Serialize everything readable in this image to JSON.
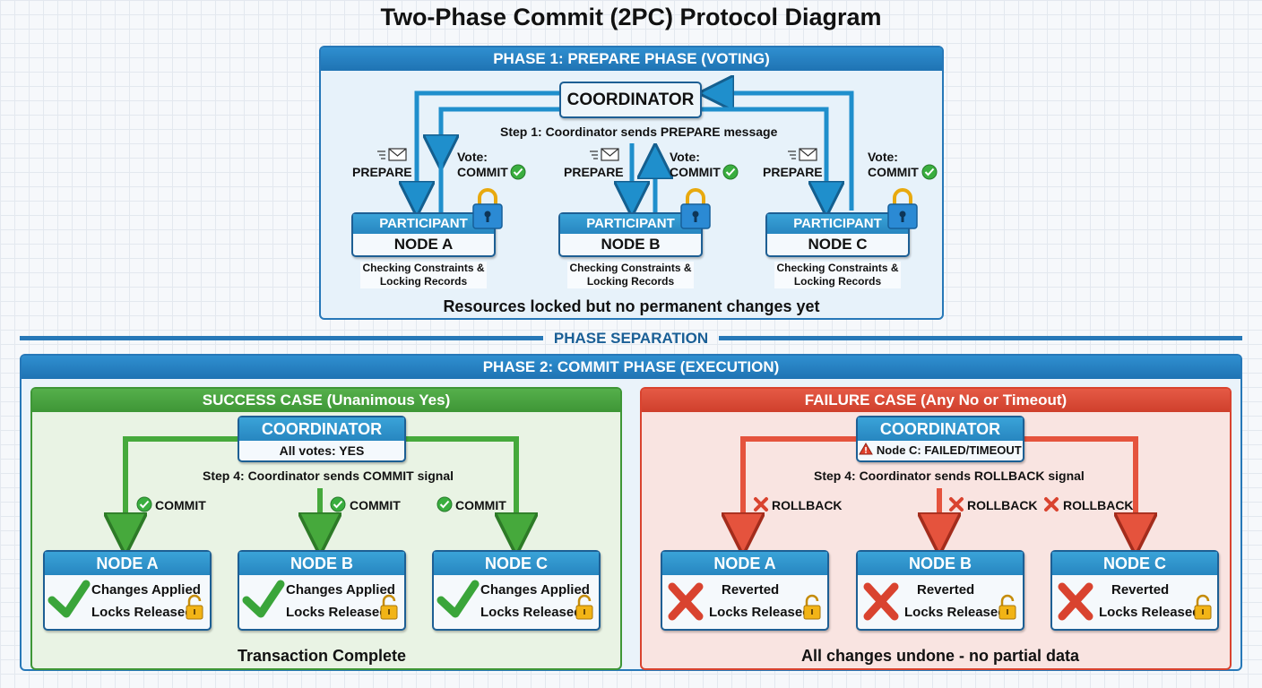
{
  "title": "Two-Phase Commit (2PC) Protocol Diagram",
  "phase1": {
    "header": "PHASE 1: PREPARE PHASE (VOTING)",
    "coordinator": "COORDINATOR",
    "step": "Step 1: Coordinator sends PREPARE message",
    "prepare_label": "PREPARE",
    "vote_label": "Vote:",
    "vote_value": "COMMIT",
    "participant_label": "PARTICIPANT",
    "nodes": [
      {
        "name": "NODE A",
        "caption1": "Checking Constraints &",
        "caption2": "Locking Records"
      },
      {
        "name": "NODE B",
        "caption1": "Checking Constraints &",
        "caption2": "Locking Records"
      },
      {
        "name": "NODE C",
        "caption1": "Checking Constraints &",
        "caption2": "Locking Records"
      }
    ],
    "footer": "Resources locked but no permanent changes yet"
  },
  "separator": "PHASE SEPARATION",
  "phase2": {
    "header": "PHASE 2: COMMIT PHASE (EXECUTION)",
    "success": {
      "header": "SUCCESS CASE (Unanimous Yes)",
      "coordinator": "COORDINATOR",
      "status": "All votes: YES",
      "step": "Step 4: Coordinator sends COMMIT signal",
      "signal": "COMMIT",
      "nodes": [
        {
          "name": "NODE A",
          "line1": "Changes Applied",
          "line2": "Locks Released"
        },
        {
          "name": "NODE B",
          "line1": "Changes Applied",
          "line2": "Locks Released"
        },
        {
          "name": "NODE C",
          "line1": "Changes Applied",
          "line2": "Locks Released"
        }
      ],
      "footer": "Transaction Complete"
    },
    "failure": {
      "header": "FAILURE CASE (Any No or Timeout)",
      "coordinator": "COORDINATOR",
      "status": "Node C: FAILED/TIMEOUT",
      "step": "Step 4: Coordinator sends ROLLBACK signal",
      "signal": "ROLLBACK",
      "nodes": [
        {
          "name": "NODE A",
          "line1": "Reverted",
          "line2": "Locks Released"
        },
        {
          "name": "NODE B",
          "line1": "Reverted",
          "line2": "Locks Released"
        },
        {
          "name": "NODE C",
          "line1": "Reverted",
          "line2": "Locks Released"
        }
      ],
      "footer": "All changes undone - no partial data"
    }
  },
  "colors": {
    "blue": "#2778b8",
    "arrow_blue": "#1f8fcc",
    "green": "#3e9636",
    "red": "#d9432f",
    "lock_gold": "#f2b416"
  }
}
